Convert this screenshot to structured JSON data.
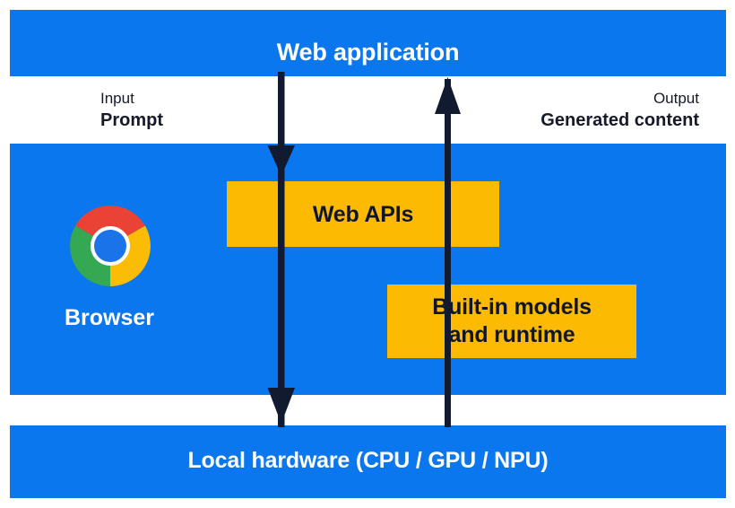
{
  "diagram": {
    "title": "Browser built-in AI architecture",
    "colors": {
      "band_blue": "#0b77ee",
      "box_amber": "#fcba03",
      "arrow_ink": "#111a2e",
      "band_text": "#ffffff",
      "box_text": "#10162a"
    },
    "layers": {
      "web_application": {
        "label": "Web application"
      },
      "browser": {
        "label": "Browser",
        "logo_name": "chrome-logo",
        "boxes": {
          "web_apis": "Web APIs",
          "builtin_models_line1": "Built-in models",
          "builtin_models_line2": "and runtime"
        }
      },
      "local_hardware": {
        "label": "Local hardware (CPU / GPU / NPU)"
      }
    },
    "flows": {
      "input": {
        "kind": "Input",
        "value": "Prompt",
        "direction": "down",
        "icon_name": "arrow-down-icon"
      },
      "output": {
        "kind": "Output",
        "value": "Generated content",
        "direction": "up",
        "icon_name": "arrow-up-icon"
      }
    }
  }
}
